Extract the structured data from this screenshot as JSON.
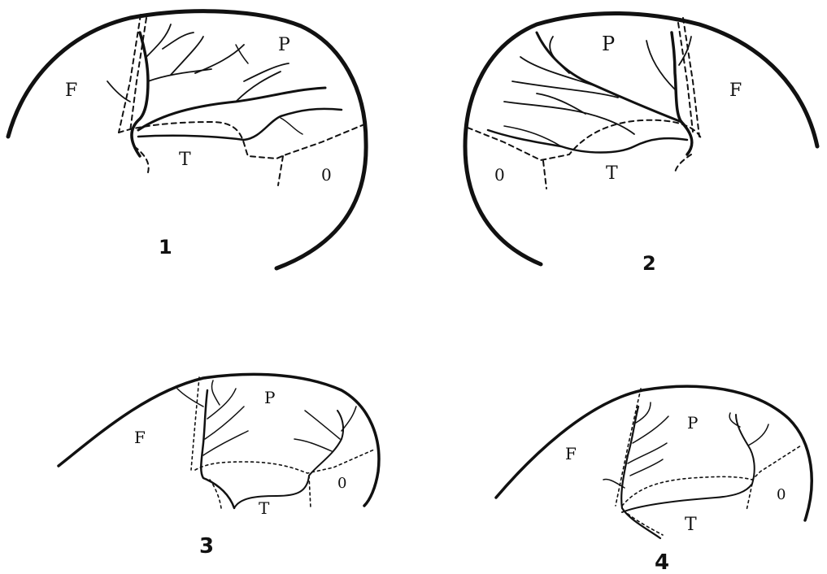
{
  "figures": [
    {
      "number": "1",
      "labels": {
        "frontal": "F",
        "parietal": "P",
        "temporal": "T",
        "occipital": "0"
      }
    },
    {
      "number": "2",
      "labels": {
        "frontal": "F",
        "parietal": "P",
        "temporal": "T",
        "occipital": "0"
      }
    },
    {
      "number": "3",
      "labels": {
        "frontal": "F",
        "parietal": "P",
        "temporal": "T",
        "occipital": "0"
      }
    },
    {
      "number": "4",
      "labels": {
        "frontal": "F",
        "parietal": "P",
        "temporal": "T",
        "occipital": "0"
      }
    }
  ],
  "colors": {
    "ink": "#111111",
    "paper": "#ffffff"
  }
}
